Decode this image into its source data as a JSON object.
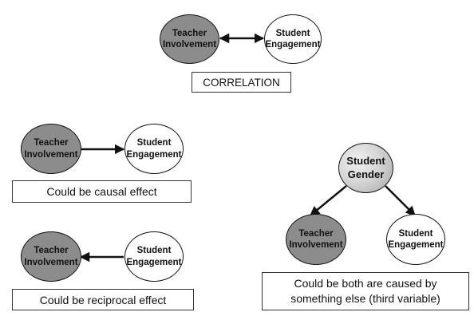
{
  "colors": {
    "teacher_fill": "#8c8c8c",
    "student_fill": "#ffffff",
    "outline": "#111111"
  },
  "correlation": {
    "teacher_line1": "Teacher",
    "teacher_line2": "Involvement",
    "student_line1": "Student",
    "student_line2": "Engagement",
    "label": "CORRELATION"
  },
  "causal": {
    "teacher_line1": "Teacher",
    "teacher_line2": "Involvement",
    "student_line1": "Student",
    "student_line2": "Engagement",
    "label": "Could be causal effect"
  },
  "reciprocal": {
    "teacher_line1": "Teacher",
    "teacher_line2": "Involvement",
    "student_line1": "Student",
    "student_line2": "Engagement",
    "label": "Could be reciprocal effect"
  },
  "third_variable": {
    "gender_line1": "Student",
    "gender_line2": "Gender",
    "teacher_line1": "Teacher",
    "teacher_line2": "Involvement",
    "student_line1": "Student",
    "student_line2": "Engagement",
    "label_line1": "Could be both are caused by",
    "label_line2": "something else (third variable)"
  }
}
